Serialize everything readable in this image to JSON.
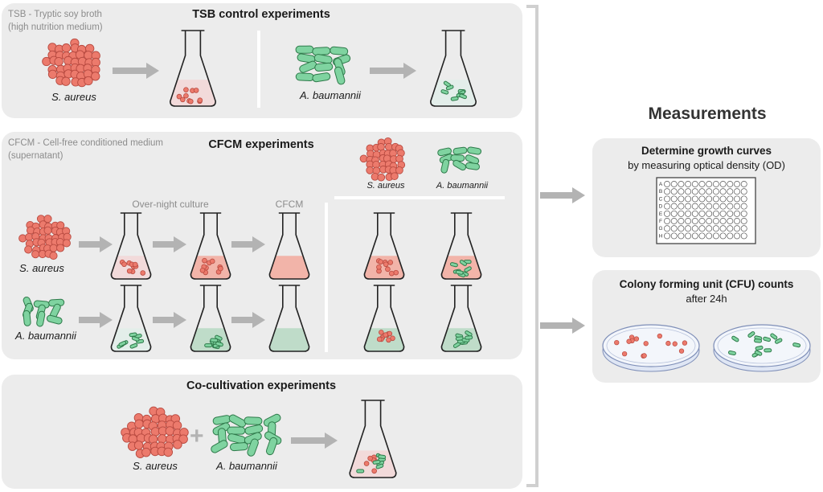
{
  "tsb": {
    "title": "TSB control experiments",
    "note_line1": "TSB - Tryptic soy broth",
    "note_line2": "(high nutrition medium)",
    "species_a": "S. aureus",
    "species_b": "A. baumannii"
  },
  "cfcm": {
    "title": "CFCM experiments",
    "note_line1": "CFCM - Cell-free conditioned medium",
    "note_line2": "(supernatant)",
    "overnight_label": "Over-night culture",
    "cfcm_label": "CFCM",
    "species_a": "S. aureus",
    "species_b": "A. baumannii",
    "legend_a": "S. aureus",
    "legend_b": "A. baumannii"
  },
  "cocult": {
    "title": "Co-cultivation experiments",
    "species_a": "S. aureus",
    "species_b": "A. baumannii",
    "plus": "+"
  },
  "measurements": {
    "heading": "Measurements",
    "growth_title": "Determine growth curves",
    "growth_sub": "by measuring optical density (OD)",
    "plate_rows": [
      "A",
      "B",
      "C",
      "D",
      "E",
      "F",
      "G",
      "H"
    ],
    "plate_columns": 12,
    "cfu_title": "Colony forming unit (CFU) counts",
    "cfu_sub": "after 24h"
  },
  "colors": {
    "panel_bg": "#ececec",
    "staph_fill": "#ec7a6c",
    "staph_stroke": "#b84a40",
    "acineto_fill": "#7fd3a0",
    "acineto_stroke": "#2e7a4a",
    "arrow": "#b3b3b3",
    "bracket": "#d0d0d0"
  }
}
